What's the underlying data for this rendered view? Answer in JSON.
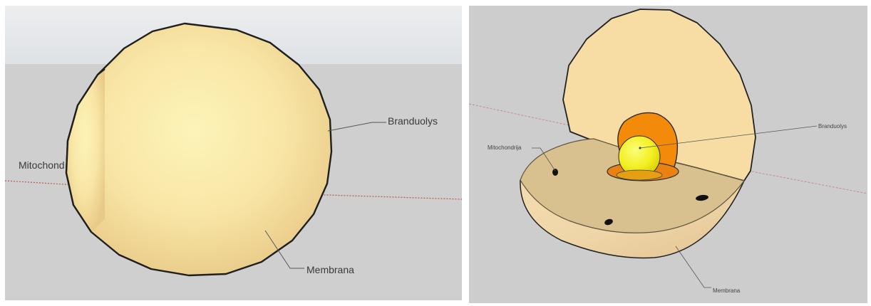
{
  "left_view": {
    "labels": {
      "branduolys": "Branduolys",
      "membrana": "Membrana",
      "mitochondrija": "Mitochond"
    }
  },
  "right_view": {
    "labels": {
      "branduolys": "Branduolys",
      "membrana": "Membrana",
      "mitochondrija": "Mitochondrija"
    }
  },
  "colors": {
    "sky": "#e4e7e9",
    "ground": "#cfcfcf",
    "membrane_fill": "#f5df9a",
    "cytoplasm_section": "#d9c08f",
    "cytoplasm_back": "#f7dca3",
    "nucleus_envelope": "#f08a00",
    "nucleus_core": "#f4f01e",
    "mitochondria": "#111111",
    "axis_red": "#c0504d"
  }
}
